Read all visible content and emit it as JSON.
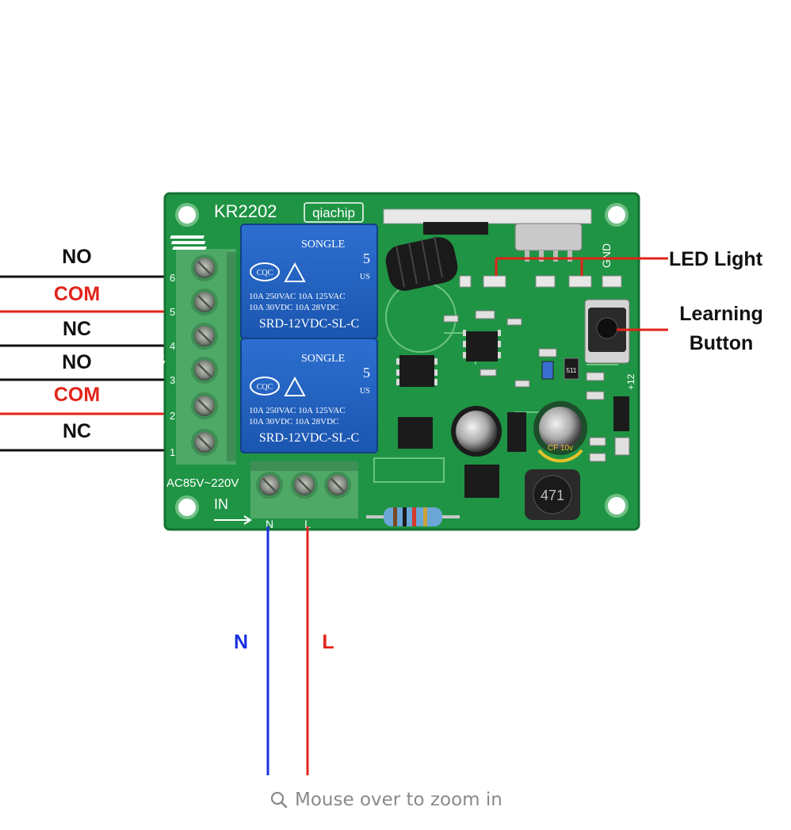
{
  "board": {
    "model": "KR2202",
    "brand": "qiachip",
    "voltage_label": "AC85V~220V",
    "input_label": "IN",
    "input_terminals": [
      "N",
      "L"
    ],
    "gnd_label": "GND",
    "v12_label": "+12",
    "inductor_code": "471",
    "capacitor_label": "CF 10v",
    "ic_code": "511",
    "terminal_numbers": [
      "6",
      "5",
      "4",
      "3",
      "2",
      "1"
    ],
    "relays": [
      {
        "brand": "SONGLE",
        "cert": "CQC",
        "num": "5",
        "us": "US",
        "rating_line1": "10A 250VAC   10A 125VAC",
        "rating_line2": "10A  30VDC   10A  28VDC",
        "model": "SRD-12VDC-SL-C"
      },
      {
        "brand": "SONGLE",
        "cert": "CQC",
        "num": "5",
        "us": "US",
        "rating_line1": "10A 250VAC   10A 125VAC",
        "rating_line2": "10A  30VDC   10A  28VDC",
        "model": "SRD-12VDC-SL-C"
      }
    ]
  },
  "outputs": [
    {
      "label": "NO",
      "color": "#111111"
    },
    {
      "label": "COM",
      "color": "#e2231a"
    },
    {
      "label": "NC",
      "color": "#111111"
    },
    {
      "label": "NO",
      "color": "#111111"
    },
    {
      "label": "COM",
      "color": "#e2231a"
    },
    {
      "label": "NC",
      "color": "#111111"
    }
  ],
  "inputs": [
    {
      "label": "N",
      "color": "#1a2fe0"
    },
    {
      "label": "L",
      "color": "#e2231a"
    }
  ],
  "callouts": {
    "led_light": "LED Light",
    "learning_line1": "Learning",
    "learning_line2": "Button"
  },
  "colors": {
    "pcb": "#1f9444",
    "pcb_dark": "#167233",
    "relay": "#1f5fbf",
    "terminal": "#4ea866",
    "wire_red": "#e2231a",
    "wire_black": "#111111",
    "wire_blue": "#1a2fe0"
  },
  "zoom_hint": {
    "icon": "search-icon",
    "text": "Mouse over to zoom in"
  }
}
